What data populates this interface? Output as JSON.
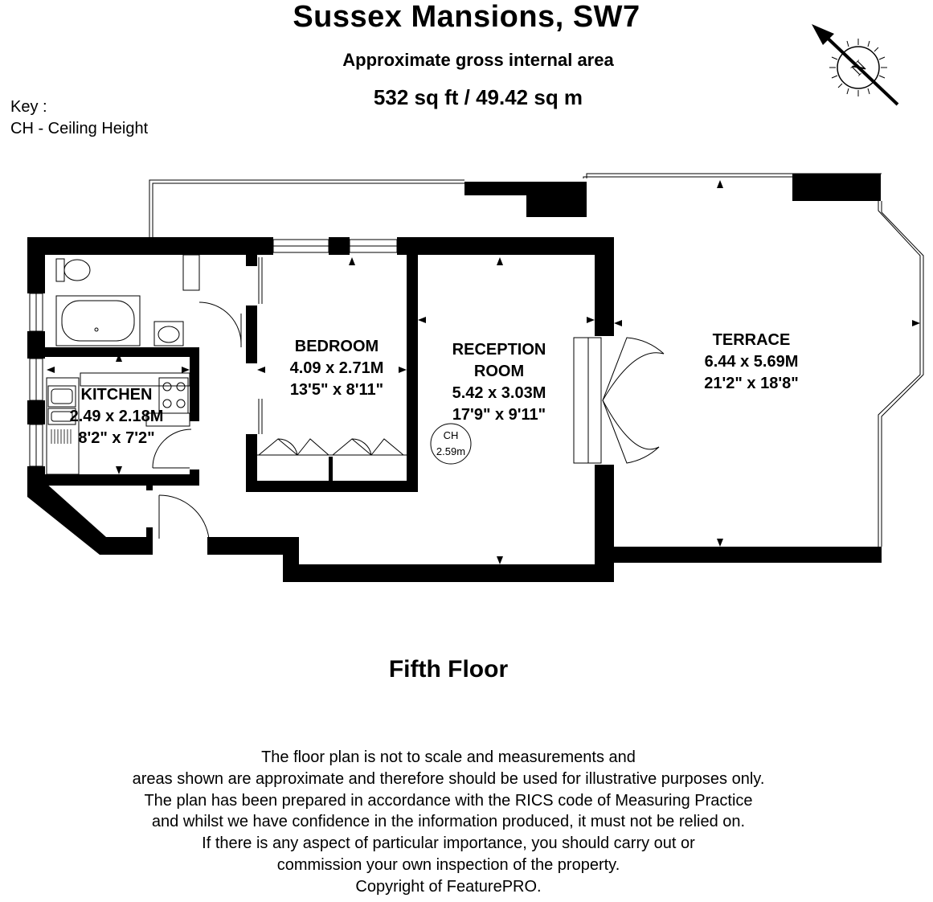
{
  "header": {
    "title": "Sussex Mansions, SW7",
    "area_label": "Approximate gross internal area",
    "area_value": "532 sq ft / 49.42 sq m"
  },
  "key": {
    "heading": "Key :",
    "entry": "CH - Ceiling Height"
  },
  "compass": {
    "letter": "N",
    "icon": "north-arrow-icon"
  },
  "rooms": {
    "bedroom": {
      "name": "BEDROOM",
      "metric": "4.09 x 2.71M",
      "imperial": "13'5\" x 8'11\""
    },
    "reception": {
      "name_line1": "RECEPTION",
      "name_line2": "ROOM",
      "metric": "5.42 x 3.03M",
      "imperial": "17'9\" x 9'11\""
    },
    "kitchen": {
      "name": "KITCHEN",
      "metric": "2.49 x 2.18M",
      "imperial": "8'2\" x 7'2\""
    },
    "terrace": {
      "name": "TERRACE",
      "metric": "6.44 x 5.69M",
      "imperial": "21'2\" x 18'8\""
    }
  },
  "ceiling_marker": {
    "label": "CH",
    "value": "2.59m"
  },
  "floor_label": "Fifth Floor",
  "disclaimer": [
    "The floor plan is not to scale and measurements and",
    "areas shown are approximate and therefore should be used for illustrative purposes only.",
    "The plan has been prepared in accordance with the RICS code of Measuring Practice",
    "and whilst we have confidence in the information produced, it must not be relied on.",
    "If there is any aspect of particular importance, you should carry out or",
    "commission your own inspection of the property.",
    "Copyright of FeaturePRO."
  ]
}
